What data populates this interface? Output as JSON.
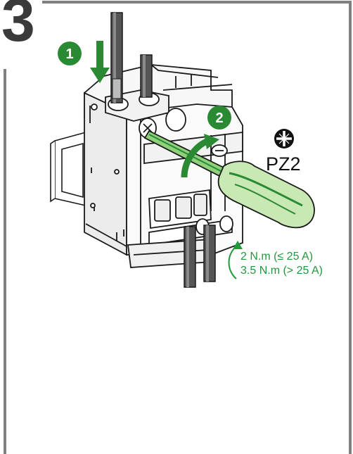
{
  "step": {
    "number": "3",
    "badges": [
      "1",
      "2"
    ]
  },
  "tool": {
    "bit_icon": "phillips-pozidriv-bit-icon",
    "label": "PZ2"
  },
  "torque": [
    "2 N.m (≤ 25 A)",
    "3.5 N.m (> 25 A)"
  ],
  "colors": {
    "frame": "#808080",
    "step_number": "#3a3a3a",
    "accent_green": "#1f9a3b",
    "badge_green": "#2a8a34",
    "screwdriver_fill": "#c9e9b4",
    "breaker_fill": "#f7f7f7",
    "outline": "#1a1a1a"
  }
}
